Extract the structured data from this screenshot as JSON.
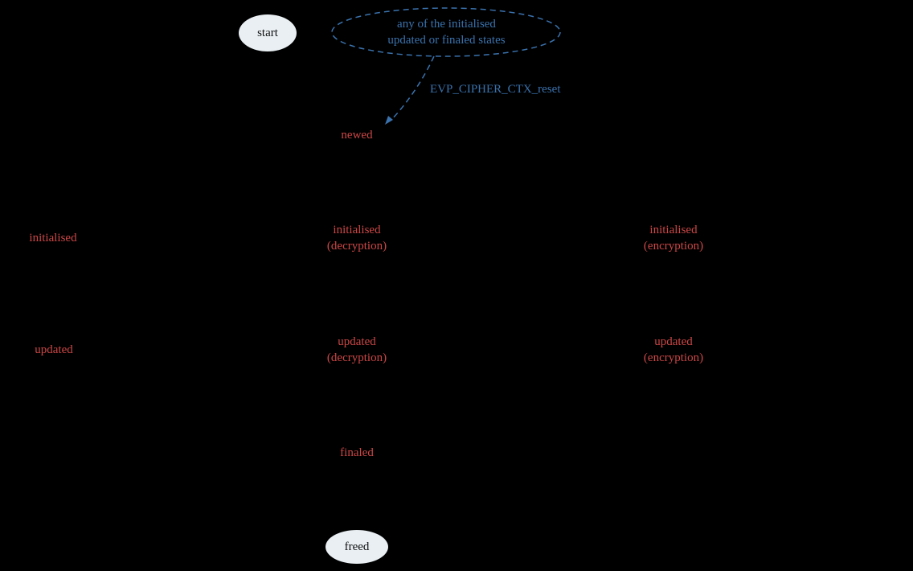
{
  "colors": {
    "bg": "#000000",
    "blue": "#3a72ad",
    "red": "#cc4646",
    "node_fill": "#e9eff3",
    "node_text": "#111111"
  },
  "nodes": {
    "start": {
      "label": "start"
    },
    "any_states": {
      "line1": "any of the initialised",
      "line2": "updated or finaled states"
    },
    "newed": {
      "label": "newed"
    },
    "initialised": {
      "label": "initialised"
    },
    "initialised_decryption": {
      "line1": "initialised",
      "line2": "(decryption)"
    },
    "initialised_encryption": {
      "line1": "initialised",
      "line2": "(encryption)"
    },
    "updated": {
      "label": "updated"
    },
    "updated_decryption": {
      "line1": "updated",
      "line2": "(decryption)"
    },
    "updated_encryption": {
      "line1": "updated",
      "line2": "(encryption)"
    },
    "finaled": {
      "label": "finaled"
    },
    "freed": {
      "label": "freed"
    }
  },
  "edges": {
    "reset_label": "EVP_CIPHER_CTX_reset"
  }
}
